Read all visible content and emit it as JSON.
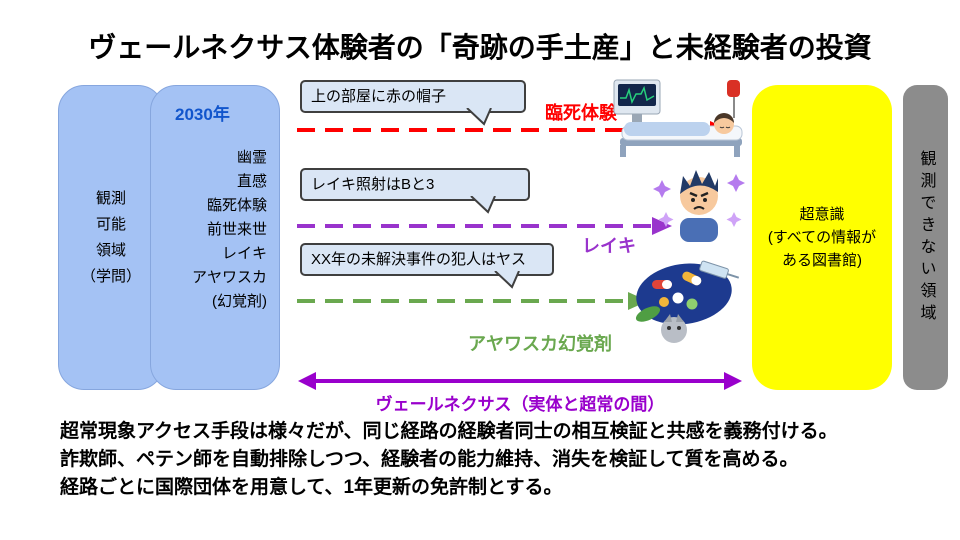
{
  "title": "ヴェールネクサス体験者の「奇跡の手土産」と未経験者の投資",
  "observable_box": {
    "label": "観測\n可能\n領域\n（学問）"
  },
  "experience_box": {
    "year": "2030年",
    "items": [
      "幽霊",
      "直感",
      "臨死体験",
      "前世来世",
      "レイキ",
      "アヤワスカ",
      "(幻覚剤)"
    ]
  },
  "bubbles": [
    {
      "text": "上の部屋に赤の帽子"
    },
    {
      "text": "レイキ照射はBと3"
    },
    {
      "text": "XX年の未解決事件の犯人はヤス"
    }
  ],
  "paths": [
    {
      "label": "臨死体験",
      "color": "#FF0000"
    },
    {
      "label": "レイキ",
      "color": "#9933CC"
    },
    {
      "label": "アヤワスカ幻覚剤",
      "color": "#6AA84F"
    }
  ],
  "nexus_arrow": {
    "label": "ヴェールネクサス（実体と超常の間）",
    "color": "#9900CC"
  },
  "superconscious_box": {
    "label": "超意識\n(すべての情報がある図書館)",
    "color": "#FFFF00"
  },
  "unobservable_box": {
    "label": "観測できない領域",
    "color": "#8C8C8C"
  },
  "footer_lines": [
    "超常現象アクセス手段は様々だが、同じ経路の経験者同士の相互検証と共感を義務付ける。",
    "詐欺師、ペテン師を自動排除しつつ、経験者の能力維持、消失を検証して質を高める。",
    "経路ごとに国際団体を用意して、1年更新の免許制とする。"
  ],
  "colors": {
    "box_blue": "#A4C2F4",
    "bubble_fill": "#DAE6F5",
    "year_blue": "#1155CC"
  },
  "illustrations": [
    {
      "name": "hospital-bed-patient-illustration"
    },
    {
      "name": "angry-person-purple-aura-illustration"
    },
    {
      "name": "drugs-and-syringe-illustration"
    }
  ]
}
